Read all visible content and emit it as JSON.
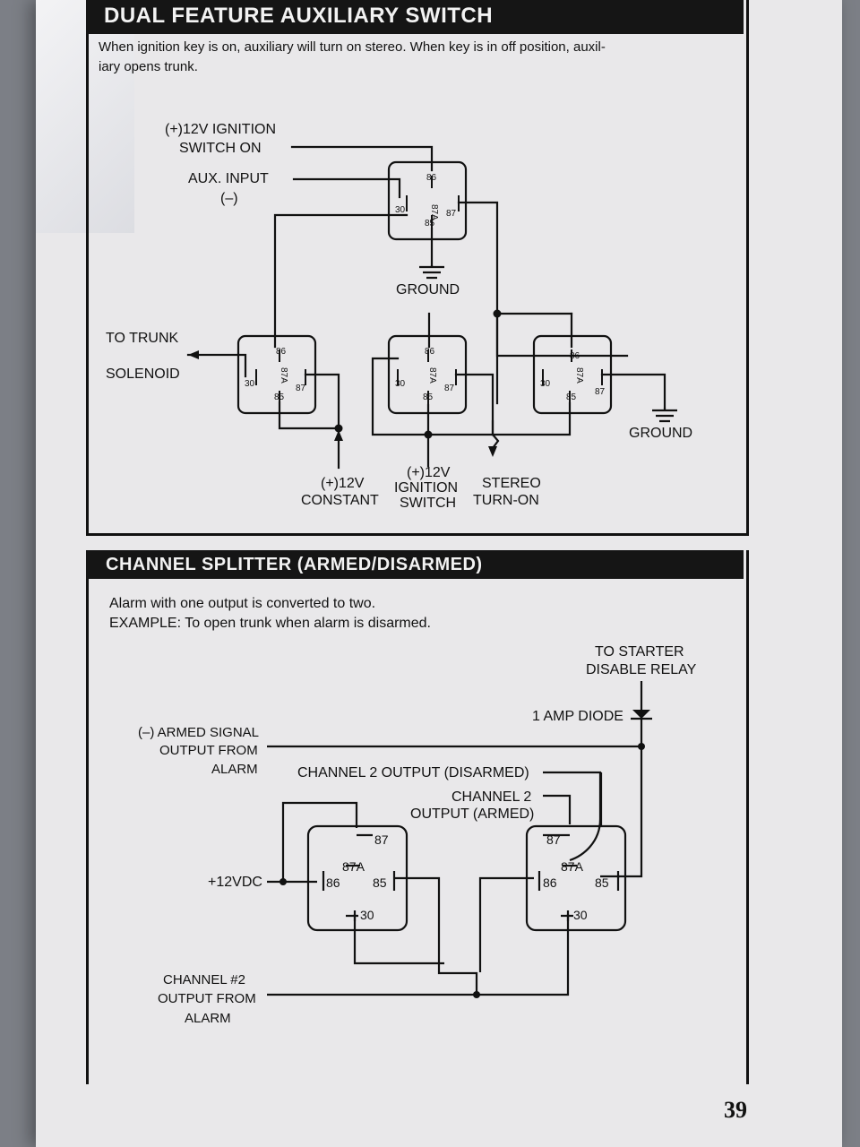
{
  "section1": {
    "title": "DUAL FEATURE AUXILIARY SWITCH",
    "intro_line1": "When ignition key is on, auxiliary will turn on stereo. When key is in off position, auxil-",
    "intro_line2": "iary opens trunk.",
    "labels": {
      "ign_switch_on_1": "(+)12V IGNITION",
      "ign_switch_on_2": "SWITCH ON",
      "aux_input_1": "AUX. INPUT",
      "aux_input_2": "(–)",
      "ground_top": "GROUND",
      "to_trunk": "TO TRUNK",
      "solenoid": "SOLENOID",
      "constant_1": "(+)12V",
      "constant_2": "CONSTANT",
      "ign_switch_1": "(+)12V",
      "ign_switch_2": "IGNITION",
      "ign_switch_3": "SWITCH",
      "stereo_1": "STEREO",
      "stereo_2": "TURN-ON",
      "ground_right": "GROUND"
    },
    "relay_pins": {
      "p86": "86",
      "p87a": "87A",
      "p30": "30",
      "p85": "85",
      "p87": "87"
    }
  },
  "section2": {
    "title": "CHANNEL SPLITTER (ARMED/DISARMED)",
    "intro_line1": "Alarm with one output is converted to two.",
    "intro_line2": "EXAMPLE: To open trunk when alarm is disarmed.",
    "labels": {
      "starter_1": "TO STARTER",
      "starter_2": "DISABLE RELAY",
      "diode": "1 AMP DIODE",
      "armed_1": "(–) ARMED SIGNAL",
      "armed_2": "OUTPUT FROM",
      "armed_3": "ALARM",
      "ch2_disarmed": "CHANNEL 2 OUTPUT (DISARMED)",
      "ch2_armed_1": "CHANNEL 2",
      "ch2_armed_2": "OUTPUT (ARMED)",
      "vdc": "+12VDC",
      "ch2_out_1": "CHANNEL #2",
      "ch2_out_2": "OUTPUT FROM",
      "ch2_out_3": "ALARM"
    },
    "relay_pins": {
      "p87": "87",
      "p87a": "87A",
      "p86": "86",
      "p85": "85",
      "p30": "30"
    }
  },
  "page_number": "39"
}
